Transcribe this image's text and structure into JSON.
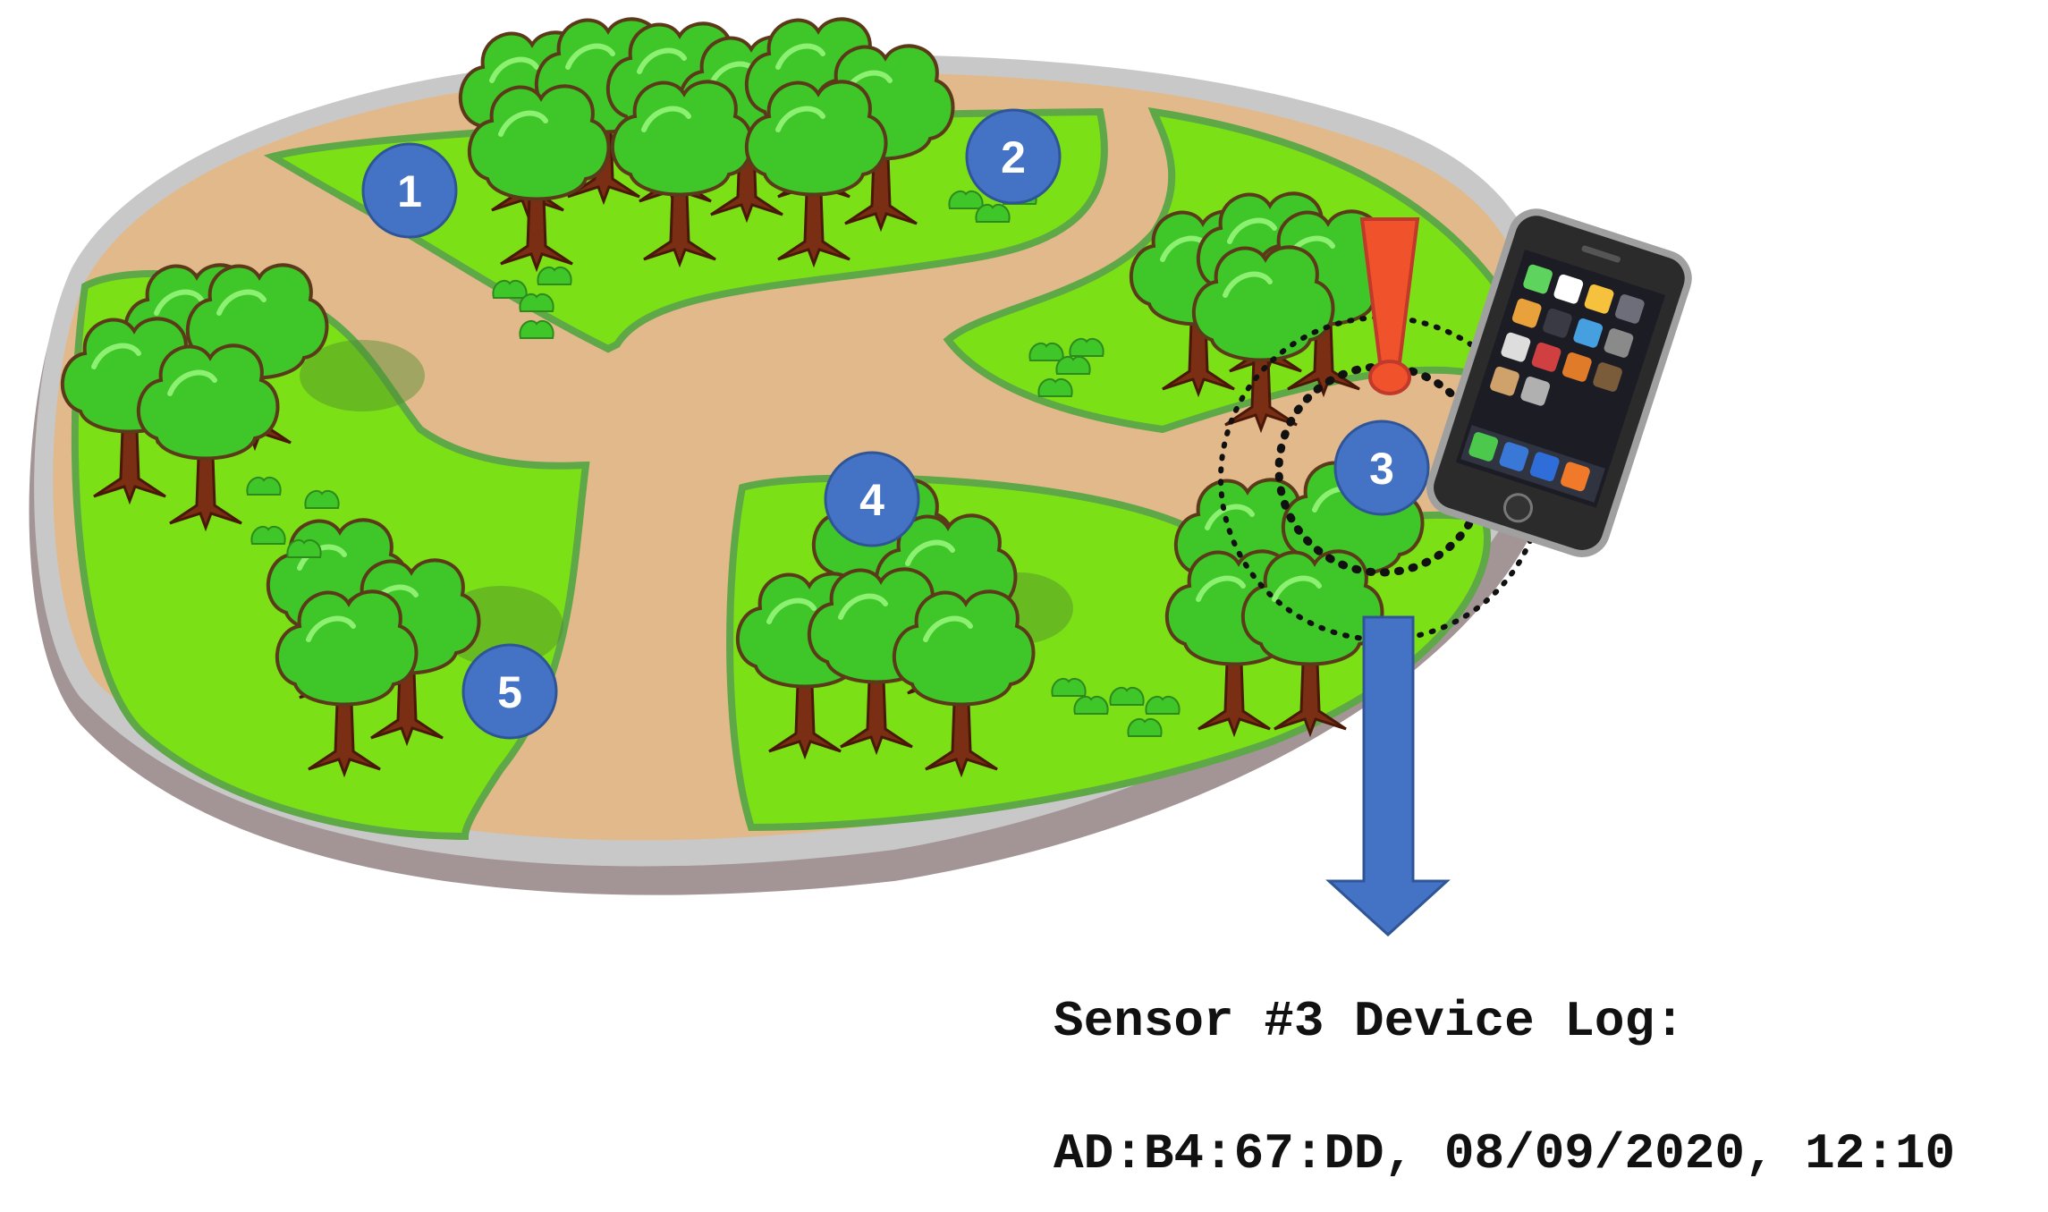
{
  "markers": [
    {
      "id": "marker-1",
      "label": "1"
    },
    {
      "id": "marker-2",
      "label": "2"
    },
    {
      "id": "marker-3",
      "label": "3"
    },
    {
      "id": "marker-4",
      "label": "4"
    },
    {
      "id": "marker-5",
      "label": "5"
    }
  ],
  "alert": {
    "symbol": "!",
    "color": "#f0522b"
  },
  "log": {
    "title": "Sensor #3 Device Log:",
    "entry": "AD:B4:67:DD, 08/09/2020, 12:10"
  },
  "colors": {
    "grass": "#7be016",
    "path": "#e2b98a",
    "rim": "#c8c8c8",
    "marker": "#4472c4",
    "arrow": "#4472c4",
    "tree_foliage": "#3fc629",
    "tree_trunk": "#7a2e14"
  },
  "icons": [
    "tree-icon",
    "smartphone-icon",
    "exclamation-icon",
    "down-arrow-icon",
    "sensor-range-icon"
  ]
}
